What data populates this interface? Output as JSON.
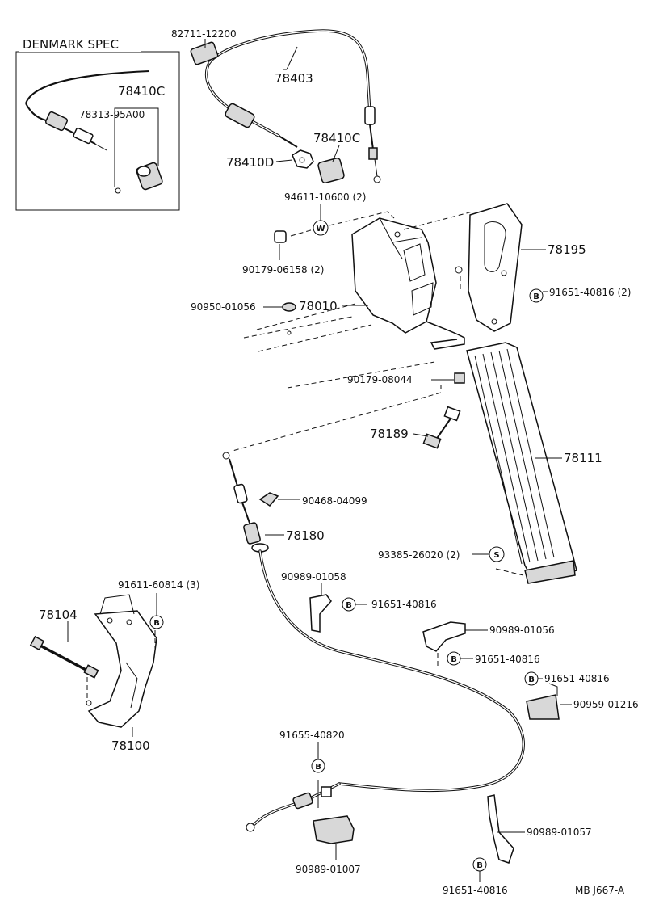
{
  "inset": {
    "title": "DENMARK SPEC",
    "label_a": "78410C",
    "label_b": "78313-95A00"
  },
  "parts": {
    "p82711": "82711-12200",
    "p78403": "78403",
    "p78410c": "78410C",
    "p78410d": "78410D",
    "p94611": "94611-10600 (2)",
    "p90179a": "90179-06158 (2)",
    "p78195": "78195",
    "p91651a": "91651-40816 (2)",
    "p90950": "90950-01056",
    "p78010": "78010",
    "p90179b": "90179-08044",
    "p78189": "78189",
    "p78111": "78111",
    "p90468": "90468-04099",
    "p78180": "78180",
    "p93385": "93385-26020 (2)",
    "p91611": "91611-60814 (3)",
    "p78104": "78104",
    "p90989a": "90989-01058",
    "p91651b": "91651-40816",
    "p90989b": "90989-01056",
    "p91651c": "91651-40816",
    "p91651d": "91651-40816",
    "p90959": "90959-01216",
    "p78100": "78100",
    "p91655": "91655-40820",
    "p90989c": "90989-01057",
    "p90989d": "90989-01007",
    "p91651e": "91651-40816"
  },
  "markers": {
    "W": "W",
    "B": "B",
    "S": "S"
  },
  "footer": {
    "code": "MB  J667-A"
  }
}
